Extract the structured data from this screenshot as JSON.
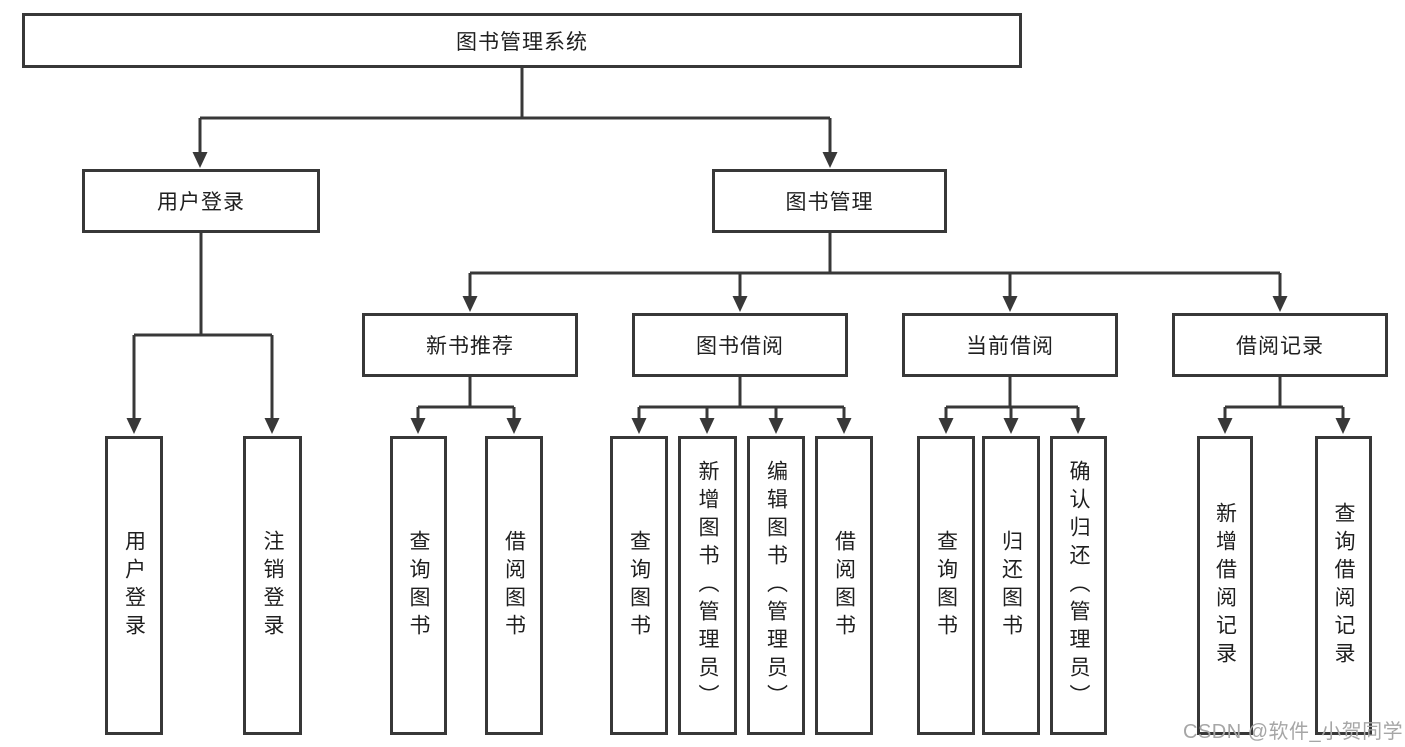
{
  "diagram": {
    "root": {
      "label": "图书管理系统"
    },
    "level2": [
      {
        "label": "用户登录",
        "children": [
          {
            "label": "用户登录"
          },
          {
            "label": "注销登录"
          }
        ]
      },
      {
        "label": "图书管理",
        "children": [
          {
            "label": "新书推荐",
            "children": [
              {
                "label": "查询图书"
              },
              {
                "label": "借阅图书"
              }
            ]
          },
          {
            "label": "图书借阅",
            "children": [
              {
                "label": "查询图书"
              },
              {
                "label": "新增图书（管理员）"
              },
              {
                "label": "编辑图书（管理员）"
              },
              {
                "label": "借阅图书"
              }
            ]
          },
          {
            "label": "当前借阅",
            "children": [
              {
                "label": "查询图书"
              },
              {
                "label": "归还图书"
              },
              {
                "label": "确认归还（管理员）"
              }
            ]
          },
          {
            "label": "借阅记录",
            "children": [
              {
                "label": "新增借阅记录"
              },
              {
                "label": "查询借阅记录"
              }
            ]
          }
        ]
      }
    ]
  },
  "watermark": {
    "text": "CSDN @软件_小贺同学"
  },
  "colors": {
    "line": "#383838",
    "box_border": "#383838",
    "text": "#1f1f1f",
    "background": "#ffffff",
    "watermark": "#a6a6a6"
  }
}
